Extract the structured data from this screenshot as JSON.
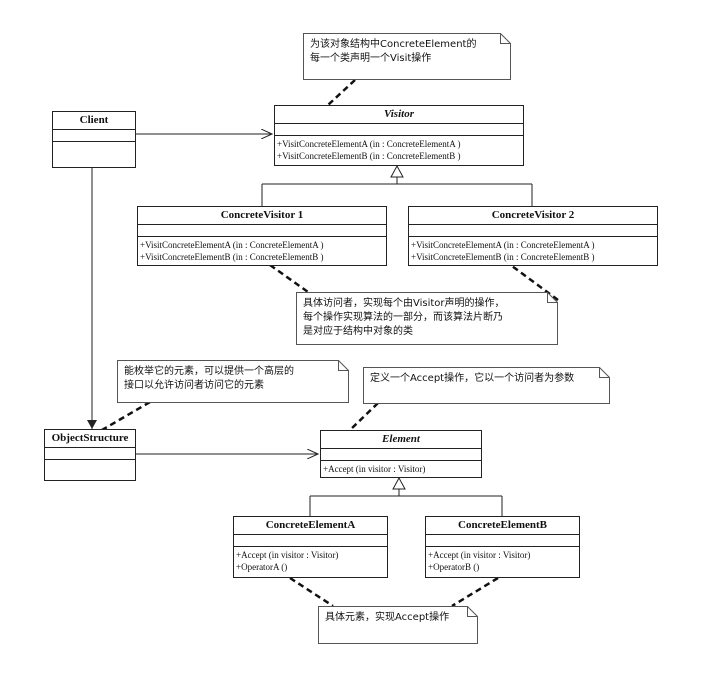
{
  "classes": {
    "client": {
      "name": "Client"
    },
    "visitor": {
      "name": "Visitor",
      "ops": [
        "+VisitConcreteElementA (in  : ConcreteElementA )",
        "+VisitConcreteElementB (in  : ConcreteElementB )"
      ]
    },
    "concrete_visitor_1": {
      "name": "ConcreteVisitor 1",
      "ops": [
        "+VisitConcreteElementA (in  : ConcreteElementA )",
        "+VisitConcreteElementB (in  : ConcreteElementB )"
      ]
    },
    "concrete_visitor_2": {
      "name": "ConcreteVisitor 2",
      "ops": [
        "+VisitConcreteElementA (in  : ConcreteElementA )",
        "+VisitConcreteElementB (in  : ConcreteElementB )"
      ]
    },
    "object_structure": {
      "name": "ObjectStructure"
    },
    "element": {
      "name": "Element",
      "ops": [
        "+Accept (in visitor  : Visitor)"
      ]
    },
    "concrete_element_a": {
      "name": "ConcreteElementA",
      "ops": [
        "+Accept (in visitor  : Visitor)",
        "+OperatorA ()"
      ]
    },
    "concrete_element_b": {
      "name": "ConcreteElementB",
      "ops": [
        "+Accept (in visitor  : Visitor)",
        "+OperatorB ()"
      ]
    }
  },
  "notes": {
    "visitor_note": "为该对象结构中ConcreteElement的\n每一个类声明一个Visit操作",
    "concrete_visitor_note": "具体访问者，实现每个由Visitor声明的操作，\n每个操作实现算法的一部分，而该算法片断乃\n是对应于结构中对象的类",
    "object_structure_note": "能枚举它的元素，可以提供一个高层的\n接口以允许访问者访问它的元素",
    "element_note": "定义一个Accept操作，它以一个访问者为参数",
    "concrete_element_note": "具体元素，实现Accept操作"
  }
}
